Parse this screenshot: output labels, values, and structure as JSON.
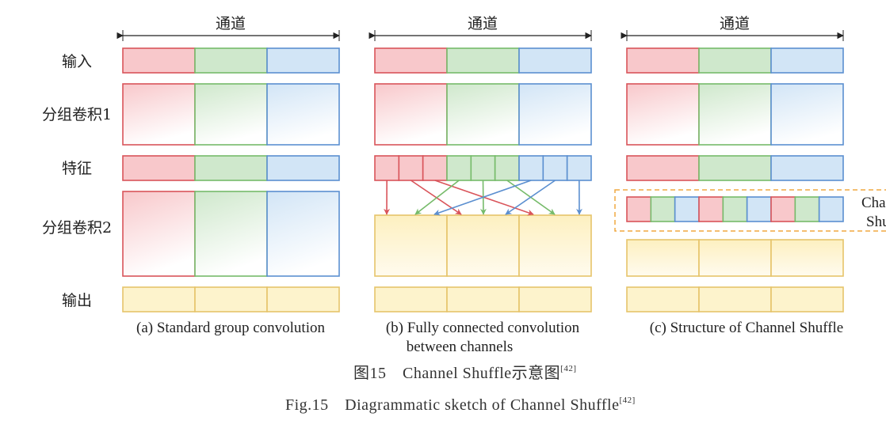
{
  "channel_label": "通道",
  "row_labels": [
    "输入",
    "分组卷积1",
    "特征",
    "分组卷积2",
    "输出"
  ],
  "panels": [
    {
      "caption_line1": "(a) Standard group convolution",
      "caption_line2": ""
    },
    {
      "caption_line1": "(b) Fully connected convolution",
      "caption_line2": "between channels"
    },
    {
      "caption_line1": "(c) Structure of Channel Shuffle",
      "caption_line2": ""
    }
  ],
  "shuffle_label": [
    "Channel",
    "Shuffle"
  ],
  "figure_caption_cn": {
    "text": "图15　Channel Shuffle示意图",
    "ref": "[42]"
  },
  "figure_caption_en": {
    "text": "Fig.15　Diagrammatic sketch of Channel Shuffle",
    "ref": "[42]"
  },
  "colors": {
    "red": "#d9545a",
    "red_fill": "#f8c8cb",
    "green": "#76bb6a",
    "green_fill": "#cfe8cc",
    "blue": "#5b8fd0",
    "blue_fill": "#d2e5f6",
    "yellow": "#e6c46a",
    "yellow_fill": "#fdf3cc",
    "dashed_border": "#f0a840"
  }
}
